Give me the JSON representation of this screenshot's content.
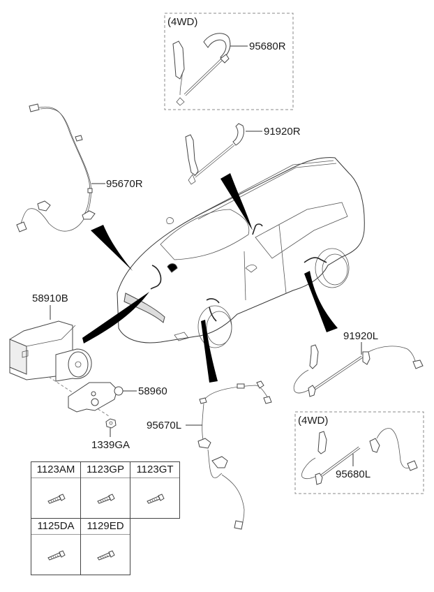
{
  "diagram": {
    "title": "ABS sensor / wiring parts diagram",
    "parts": [
      {
        "id": "95680R",
        "label": "95680R",
        "group": "4WD",
        "desc": "rear-right wheel speed sensor (4WD)"
      },
      {
        "id": "91920R",
        "label": "91920R",
        "desc": "rear-right extension wire"
      },
      {
        "id": "95670R",
        "label": "95670R",
        "desc": "front-right wheel speed sensor"
      },
      {
        "id": "58910B",
        "label": "58910B",
        "desc": "ABS hydraulic module"
      },
      {
        "id": "58960",
        "label": "58960",
        "desc": "ABS module bracket"
      },
      {
        "id": "1339GA",
        "label": "1339GA",
        "desc": "nut"
      },
      {
        "id": "91920L",
        "label": "91920L",
        "desc": "rear-left extension wire"
      },
      {
        "id": "95670L",
        "label": "95670L",
        "desc": "front-left wheel speed sensor"
      },
      {
        "id": "95680L",
        "label": "95680L",
        "group": "4WD",
        "desc": "rear-left wheel speed sensor (4WD)"
      }
    ],
    "group_labels": {
      "top": "(4WD)",
      "bottom": "(4WD)"
    },
    "fastener_table": {
      "rows": [
        [
          {
            "code": "1123AM",
            "icon": "bolt-icon"
          },
          {
            "code": "1123GP",
            "icon": "bolt-icon"
          },
          {
            "code": "1123GT",
            "icon": "bolt-icon"
          }
        ],
        [
          {
            "code": "1125DA",
            "icon": "bolt-icon"
          },
          {
            "code": "1129ED",
            "icon": "bolt-icon"
          }
        ]
      ]
    }
  }
}
